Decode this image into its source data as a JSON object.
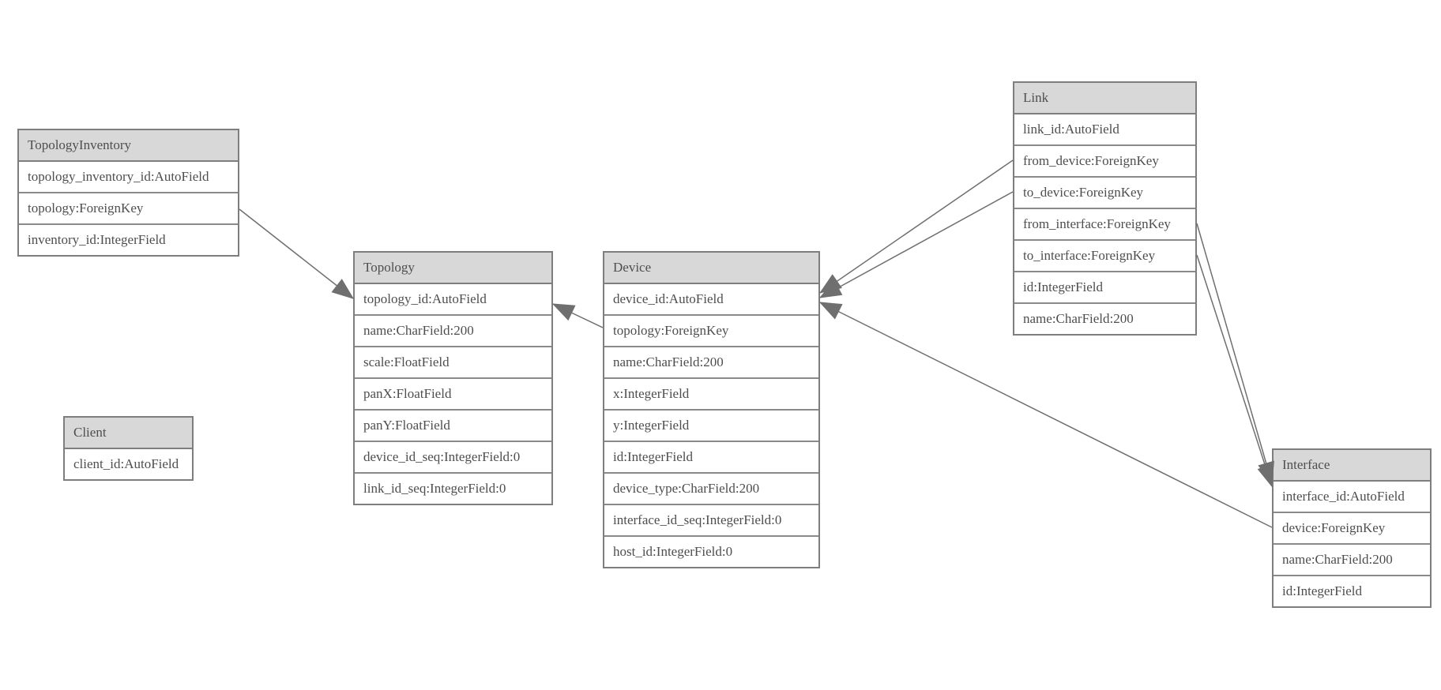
{
  "diagram": {
    "background": "#ffffff",
    "box_border_color": "#7e7e7e",
    "header_fill": "#d8d8d8",
    "row_fill": "#ffffff",
    "text_color": "#4e4e4e",
    "line_color": "#6f6f6f",
    "arrow_fill": "#6f6f6f"
  },
  "entities": [
    {
      "name": "TopologyInventory",
      "fields": [
        "topology_inventory_id:AutoField",
        "topology:ForeignKey",
        "inventory_id:IntegerField"
      ]
    },
    {
      "name": "Topology",
      "fields": [
        "topology_id:AutoField",
        "name:CharField:200",
        "scale:FloatField",
        "panX:FloatField",
        "panY:FloatField",
        "device_id_seq:IntegerField:0",
        "link_id_seq:IntegerField:0"
      ]
    },
    {
      "name": "Client",
      "fields": [
        "client_id:AutoField"
      ]
    },
    {
      "name": "Device",
      "fields": [
        "device_id:AutoField",
        "topology:ForeignKey",
        "name:CharField:200",
        "x:IntegerField",
        "y:IntegerField",
        "id:IntegerField",
        "device_type:CharField:200",
        "interface_id_seq:IntegerField:0",
        "host_id:IntegerField:0"
      ]
    },
    {
      "name": "Link",
      "fields": [
        "link_id:AutoField",
        "from_device:ForeignKey",
        "to_device:ForeignKey",
        "from_interface:ForeignKey",
        "to_interface:ForeignKey",
        "id:IntegerField",
        "name:CharField:200"
      ]
    },
    {
      "name": "Interface",
      "fields": [
        "interface_id:AutoField",
        "device:ForeignKey",
        "name:CharField:200",
        "id:IntegerField"
      ]
    }
  ],
  "relationships": [
    {
      "from": "TopologyInventory.topology",
      "to": "Topology"
    },
    {
      "from": "Device.topology",
      "to": "Topology"
    },
    {
      "from": "Link.from_device",
      "to": "Device"
    },
    {
      "from": "Link.to_device",
      "to": "Device"
    },
    {
      "from": "Link.from_interface",
      "to": "Interface"
    },
    {
      "from": "Link.to_interface",
      "to": "Interface"
    },
    {
      "from": "Interface.device",
      "to": "Device"
    }
  ]
}
